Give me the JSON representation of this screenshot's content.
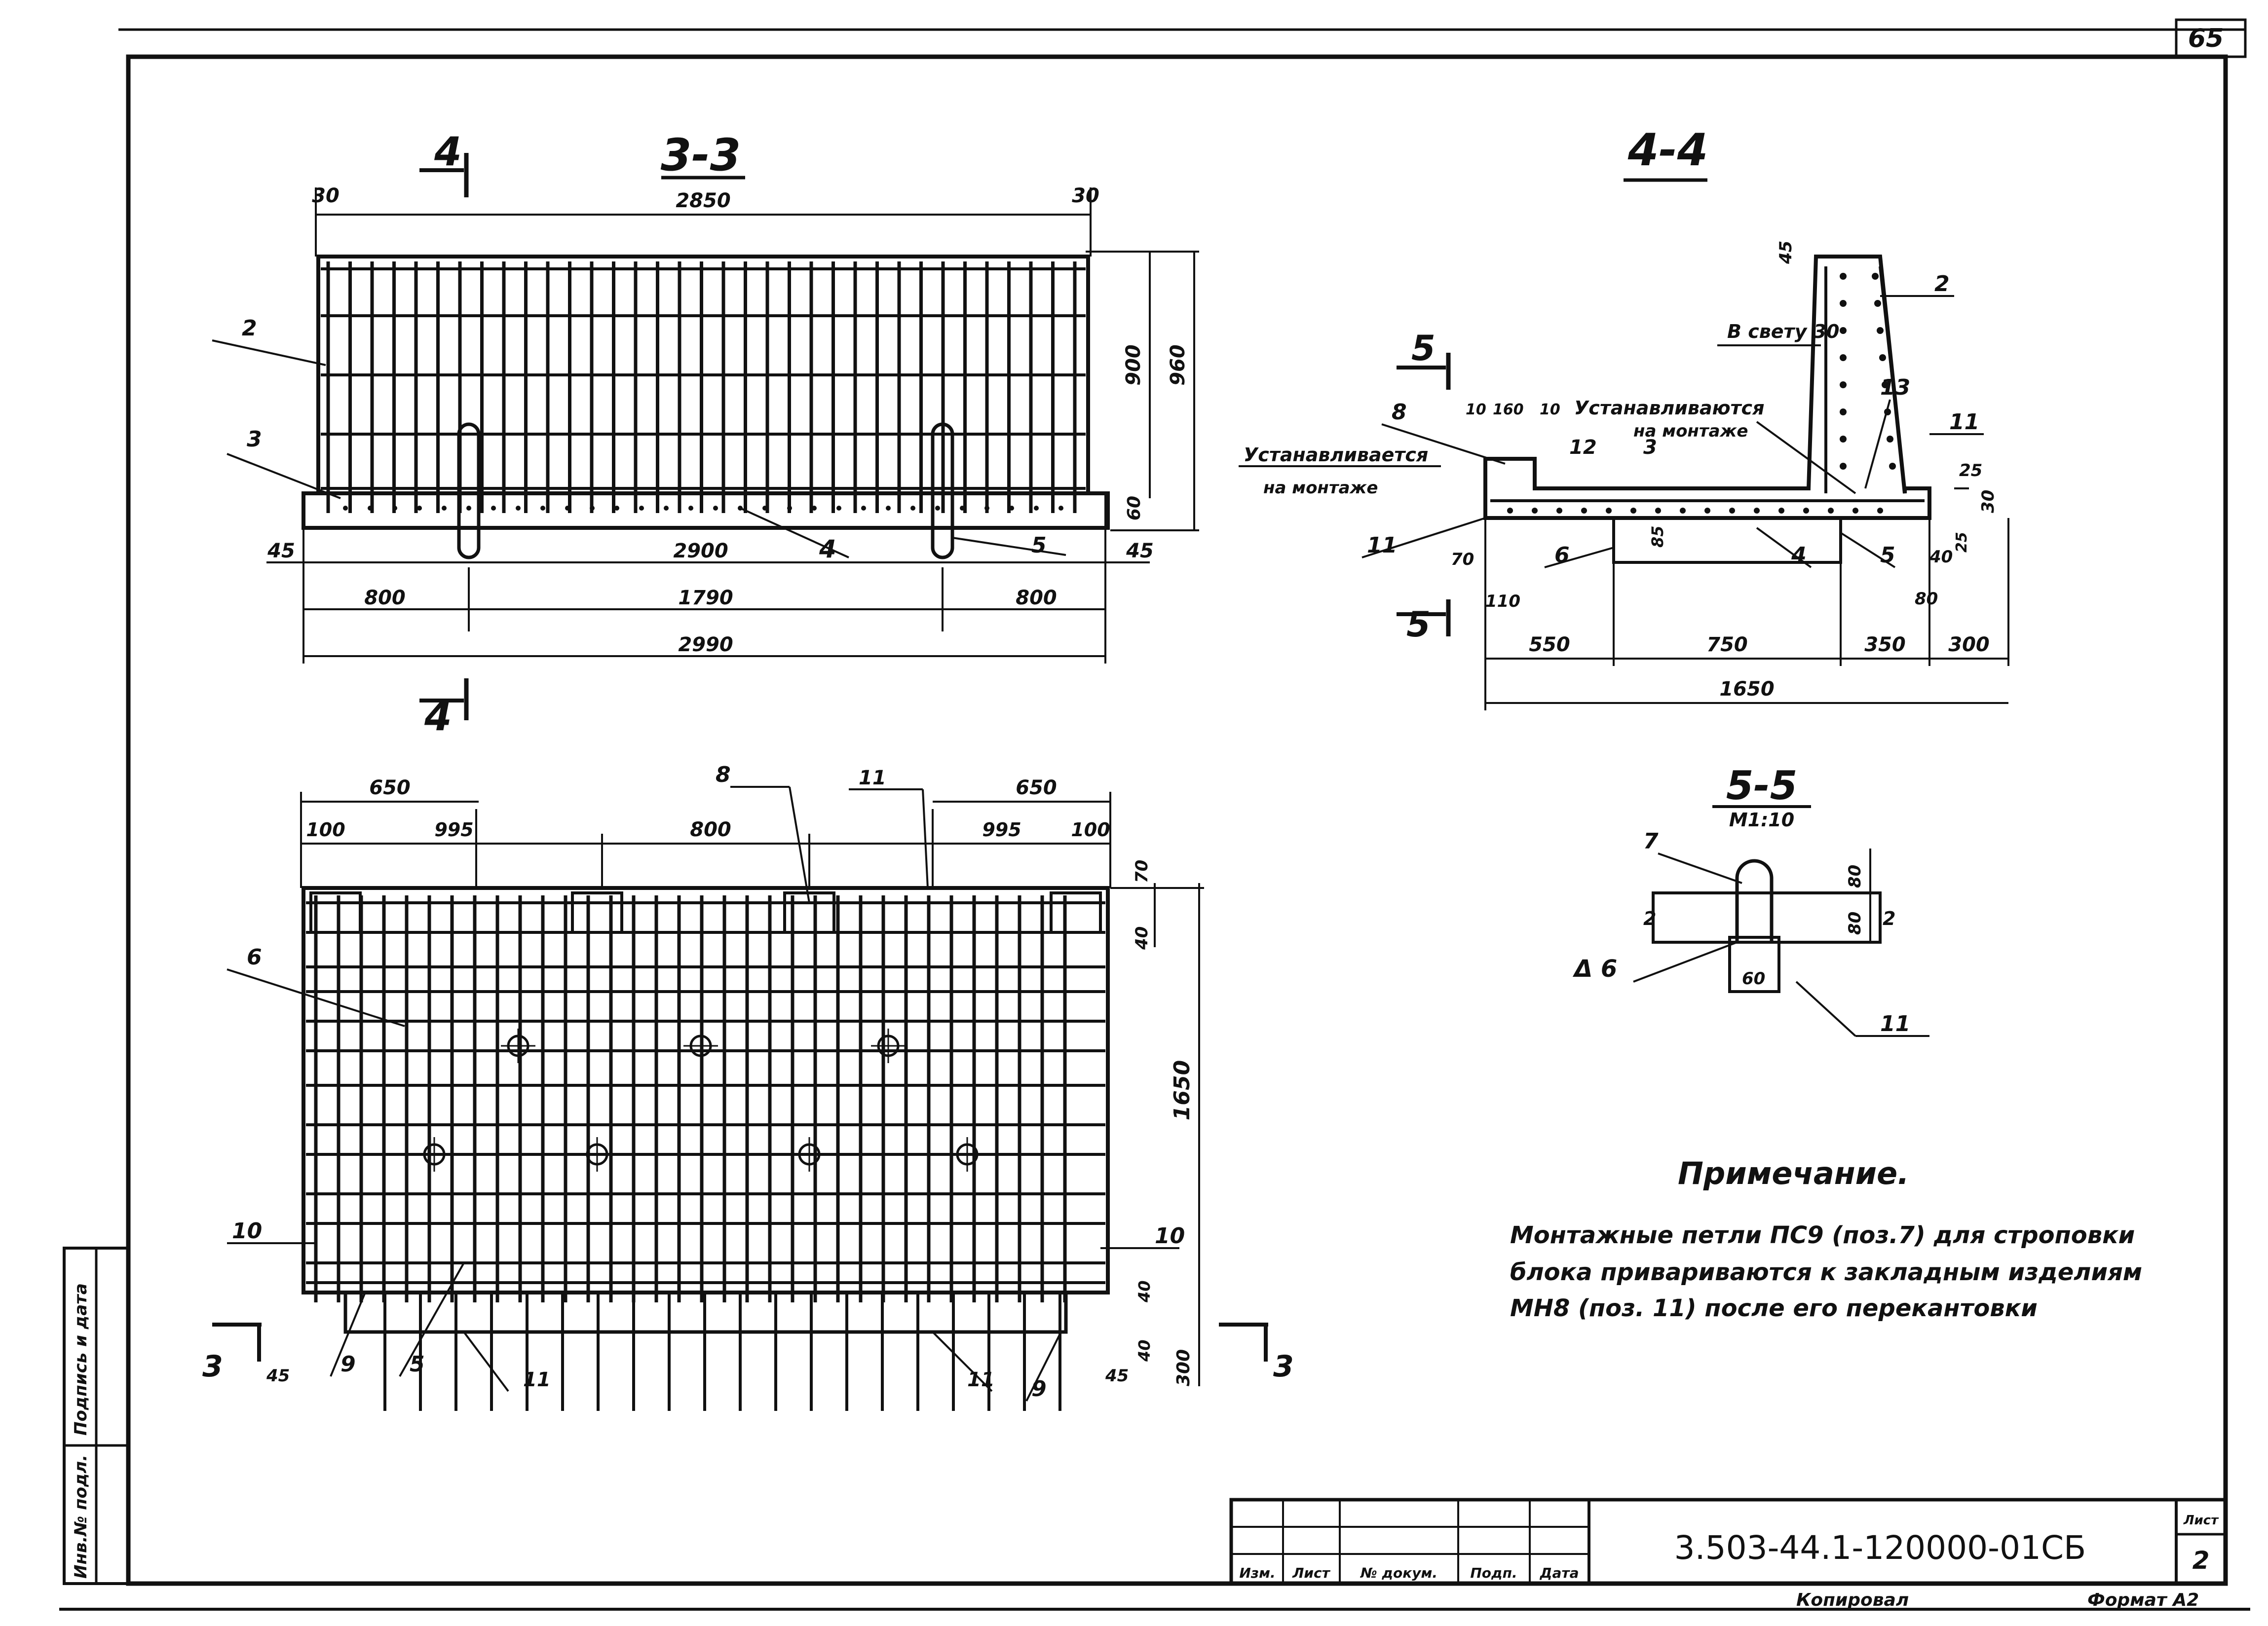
{
  "sheet": {
    "page_number": "65",
    "doc_code": "3.503-44.1-120000-01СБ",
    "sheet_label": "Лист",
    "sheet_number": "2",
    "copied_label": "Копировал",
    "format_label": "Формат А2",
    "title_block_headers": [
      "Изм.",
      "Лист",
      "№ докум.",
      "Подп.",
      "Дата"
    ],
    "side_stamp": [
      "Инв.№ подл.",
      "Подпись и дата"
    ]
  },
  "views": {
    "section_33": {
      "title": "3-3",
      "cut_mark": "4",
      "dims": [
        "30",
        "2850",
        "30",
        "900",
        "960",
        "60",
        "45",
        "2900",
        "45",
        "800",
        "1790",
        "800",
        "2990"
      ],
      "callouts": [
        "2",
        "3",
        "4",
        "5"
      ]
    },
    "section_44": {
      "title": "4-4",
      "cut_mark": "5",
      "dims": [
        "45",
        "10",
        "160",
        "10",
        "25",
        "30",
        "70",
        "110",
        "85",
        "40",
        "25",
        "80",
        "550",
        "750",
        "350",
        "300",
        "1650"
      ],
      "callouts": [
        "2",
        "8",
        "12",
        "3",
        "13",
        "11",
        "11",
        "6",
        "4",
        "5"
      ],
      "notes": [
        "В свету 30",
        "Устанавливаются",
        "на монтаже",
        "Устанавливается",
        "на монтаже"
      ]
    },
    "plan": {
      "dims": [
        "650",
        "650",
        "100",
        "995",
        "800",
        "995",
        "100",
        "70",
        "40",
        "1650",
        "40",
        "40",
        "45",
        "45",
        "300"
      ],
      "callouts": [
        "8",
        "11",
        "6",
        "10",
        "10",
        "9",
        "5",
        "11",
        "11",
        "9"
      ],
      "cut_mark": "3"
    },
    "section_55": {
      "title": "5-5",
      "scale": "М1:10",
      "dims": [
        "80",
        "80",
        "60"
      ],
      "callouts": [
        "7",
        "11",
        "2",
        "2"
      ],
      "weld_mark": "Δ 6"
    }
  },
  "note": {
    "title": "Примечание.",
    "lines": [
      "Монтажные петли ПС9 (поз.7) для строповки",
      "блока приваривают­ся к закладным изделиям",
      "МН8 (поз. 11) после его перекантовки"
    ]
  }
}
